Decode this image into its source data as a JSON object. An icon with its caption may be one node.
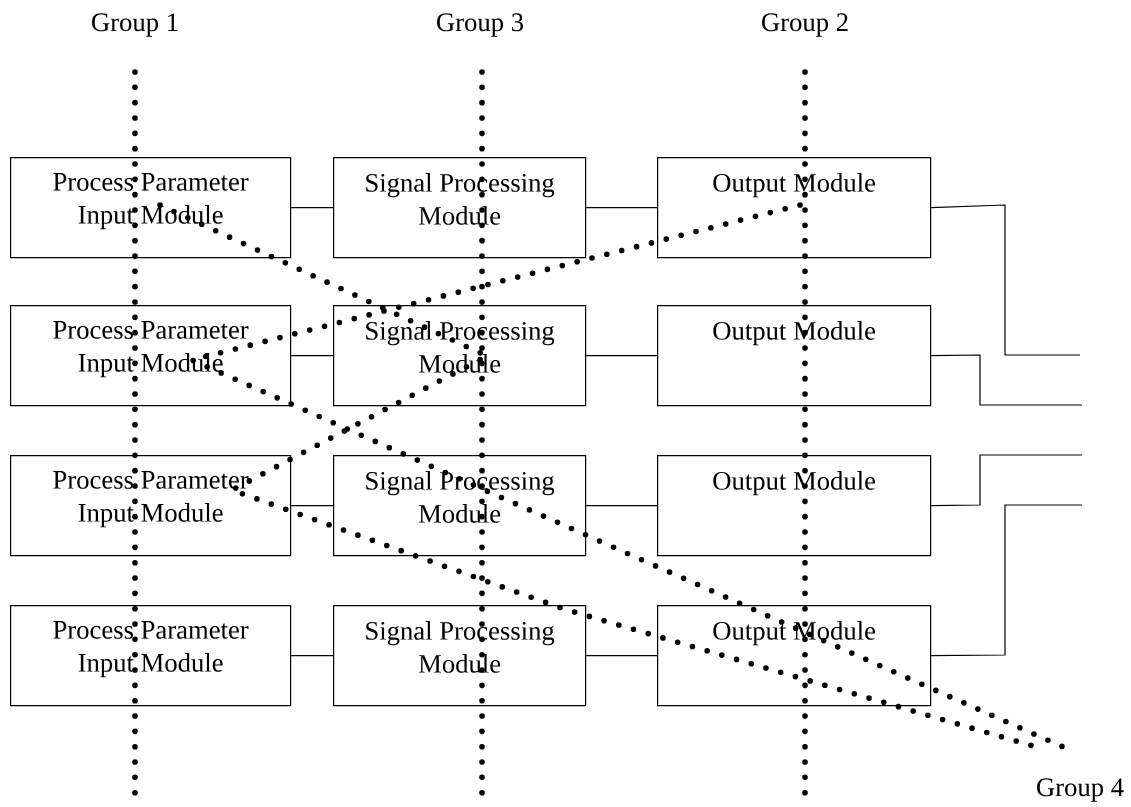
{
  "diagram": {
    "nodes": [
      {
        "text": [
          "Process Parameter Input Module"
        ]
      },
      {
        "text": [
          "Signal Processing Module"
        ]
      },
      {
        "text": [
          "Output Module"
        ]
      },
      {
        "text": [
          "Process Parameter Input Module"
        ]
      },
      {
        "text": [
          "Signal Processing Module"
        ]
      },
      {
        "text": [
          "Output Module"
        ]
      },
      {
        "text": [
          "Process Parameter Input Module"
        ]
      },
      {
        "text": [
          "Signal Processing Module"
        ]
      },
      {
        "text": [
          "Output Module"
        ]
      },
      {
        "text": [
          "Process Parameter Input Module"
        ]
      },
      {
        "text": [
          "Signal Processing Module"
        ]
      },
      {
        "text": [
          "Output Module"
        ]
      }
    ],
    "edges": [
      {
        "from": 0,
        "to": 1,
        "arrow": "none"
      },
      {
        "from": 1,
        "to": 2,
        "arrow": "none"
      },
      {
        "from": 2,
        "to": null,
        "arrow": "none"
      },
      {
        "from": 3,
        "to": 4,
        "arrow": "none"
      },
      {
        "from": 4,
        "to": 5,
        "arrow": "none"
      },
      {
        "from": 5,
        "to": null,
        "arrow": "none"
      },
      {
        "from": 6,
        "to": 7,
        "arrow": "none"
      },
      {
        "from": 7,
        "to": 8,
        "arrow": "none"
      },
      {
        "from": 8,
        "to": null,
        "arrow": "none"
      },
      {
        "from": 9,
        "to": 10,
        "arrow": "none"
      },
      {
        "from": 10,
        "to": 11,
        "arrow": "none"
      },
      {
        "from": 11,
        "to": null,
        "arrow": "none"
      }
    ],
    "labels": [
      "Group 1",
      "Group 3",
      "Group 2",
      "Group 4"
    ]
  }
}
